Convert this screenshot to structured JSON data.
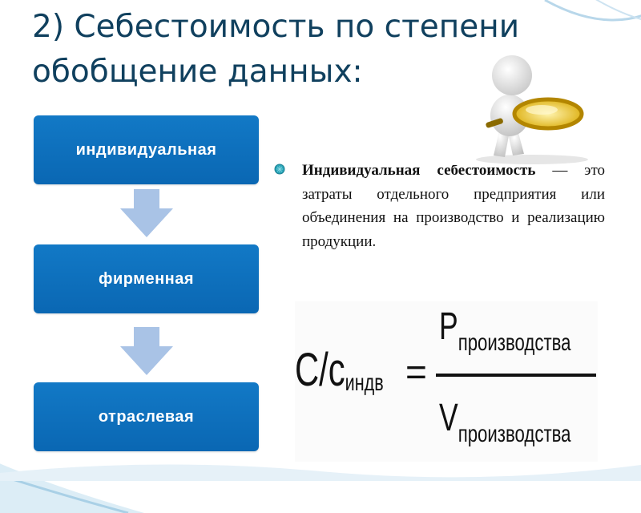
{
  "slide": {
    "title": "2) Себестоимость по степени обобщение данных:"
  },
  "flow": {
    "boxes": [
      {
        "label": "индивидуальная"
      },
      {
        "label": "фирменная"
      },
      {
        "label": "отраслевая"
      }
    ]
  },
  "definition": {
    "term": "Индивидуальная себестоимость",
    "text": " — это затраты отдельного предприятия или объединения на производство и реализацию продукции."
  },
  "formula": {
    "lhs": "С/с",
    "lhs_sub": "индв",
    "equals": "=",
    "numerator": "Р",
    "numerator_sub": "производства",
    "denominator": "V",
    "denominator_sub": "производства"
  },
  "colors": {
    "box": "#0a6fbf",
    "arrow": "#a9c3e6",
    "title": "#10405e",
    "bullet": "#2aa5b8"
  },
  "icons": {
    "bullet": "circle-bullet",
    "illustration": "person-with-magnifying-glass"
  }
}
